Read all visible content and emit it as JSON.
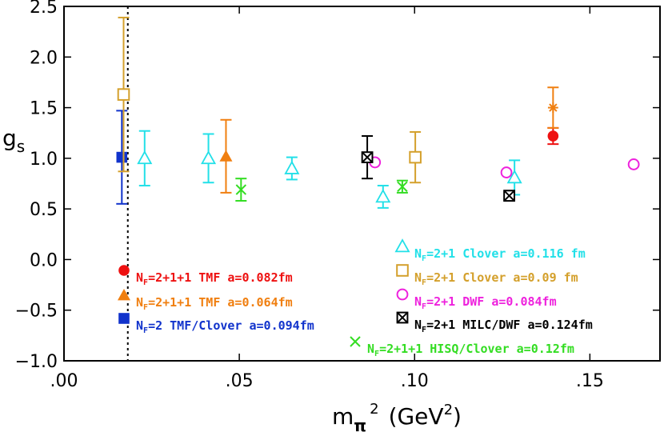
{
  "chart_data": {
    "type": "scatter",
    "title": "",
    "xlabel": "mπ² (GeV²)",
    "xlabel_base": "m",
    "xlabel_sub": "π",
    "xlabel_sup": "2",
    "xlabel_paren": "(GeV",
    "xlabel_paren_sup": "2",
    "xlabel_close": ")",
    "ylabel": "gs",
    "ylabel_base": "g",
    "ylabel_sub": "s",
    "xlim": [
      0.0,
      0.17
    ],
    "ylim": [
      -1.0,
      2.5
    ],
    "x_ticks": [
      0.0,
      0.05,
      0.1,
      0.15
    ],
    "x_tick_labels": [
      ".00",
      ".05",
      ".10",
      ".15"
    ],
    "y_ticks": [
      -1.0,
      -0.5,
      0.0,
      0.5,
      1.0,
      1.5,
      2.0,
      2.5
    ],
    "y_tick_labels": [
      "−1.0",
      "−0.5",
      "0.0",
      "0.5",
      "1.0",
      "1.5",
      "2.0",
      "2.5"
    ],
    "physical_point_x": 0.0182,
    "series": [
      {
        "name": "NF=2+1+1 TMF a=0.082fm",
        "legend": {
          "prefix": "N",
          "sub": "F",
          "text": "=2+1+1 TMF   a=0.082fm"
        },
        "color": "#ee1111",
        "marker": "circle-filled",
        "points": [
          {
            "x": 0.1395,
            "y": 1.22,
            "err": 0.08
          }
        ]
      },
      {
        "name": "NF=2+1+1 TMF a=0.064fm",
        "legend": {
          "prefix": "N",
          "sub": "F",
          "text": "=2+1+1 TMF  a=0.064fm"
        },
        "color": "#f07f10",
        "marker": "triangle-filled",
        "points": [
          {
            "x": 0.0462,
            "y": 1.02,
            "err": 0.36
          }
        ]
      },
      {
        "name": "NF=2 TMF/Clover a=0.094fm",
        "legend": {
          "prefix": "N",
          "sub": "F",
          "text": "=2  TMF/Clover  a=0.094fm"
        },
        "color": "#1133cc",
        "marker": "square-filled",
        "points": [
          {
            "x": 0.0165,
            "y": 1.01,
            "err": 0.46
          }
        ]
      },
      {
        "name": "NF=2+1 Clover a=0.116 fm",
        "legend": {
          "prefix": "N",
          "sub": "F",
          "text": "=2+1  Clover  a=0.116  fm"
        },
        "color": "#22e0e8",
        "marker": "triangle-open",
        "points": [
          {
            "x": 0.023,
            "y": 1.0,
            "err": 0.27
          },
          {
            "x": 0.0412,
            "y": 1.0,
            "err": 0.24
          },
          {
            "x": 0.065,
            "y": 0.9,
            "err": 0.11
          },
          {
            "x": 0.091,
            "y": 0.62,
            "err": 0.11
          },
          {
            "x": 0.1285,
            "y": 0.81,
            "err": 0.17
          }
        ]
      },
      {
        "name": "NF=2+1 Clover a=0.09 fm",
        "legend": {
          "prefix": "N",
          "sub": "F",
          "text": "=2+1  Clover  a=0.09  fm"
        },
        "color": "#d4a02c",
        "marker": "square-open",
        "points": [
          {
            "x": 0.017,
            "y": 1.63,
            "err": 0.76
          },
          {
            "x": 0.1002,
            "y": 1.01,
            "err": 0.25
          }
        ]
      },
      {
        "name": "NF=2+1 DWF a=0.084fm",
        "legend": {
          "prefix": "N",
          "sub": "F",
          "text": "=2+1  DWF  a=0.084fm"
        },
        "color": "#ee22dd",
        "marker": "circle-open",
        "points": [
          {
            "x": 0.0887,
            "y": 0.96,
            "err": 0.0
          },
          {
            "x": 0.1262,
            "y": 0.86,
            "err": 0.0
          },
          {
            "x": 0.1625,
            "y": 0.94,
            "err": 0.0
          }
        ]
      },
      {
        "name": "NF=2+1 MILC/DWF a=0.124fm",
        "legend": {
          "prefix": "N",
          "sub": "F",
          "text": "=2+1  MILC/DWF  a=0.124fm"
        },
        "color": "#000000",
        "marker": "square-x",
        "points": [
          {
            "x": 0.0865,
            "y": 1.01,
            "err": 0.21
          },
          {
            "x": 0.127,
            "y": 0.63,
            "err": 0.05
          }
        ]
      },
      {
        "name": "NF=2+1+1 HISQ/Clover a=0.12fm",
        "legend": {
          "prefix": "N",
          "sub": "F",
          "text": "=2+1+1  HISQ/Clover   a=0.12fm"
        },
        "color": "#33dd22",
        "marker": "x",
        "points": [
          {
            "x": 0.0505,
            "y": 0.69,
            "err": 0.11
          },
          {
            "x": 0.0965,
            "y": 0.72,
            "err": 0.06
          }
        ]
      },
      {
        "name": "",
        "color": "#f07f10",
        "marker": "star",
        "points": [
          {
            "x": 0.1395,
            "y": 1.5,
            "err": 0.2
          }
        ]
      }
    ]
  }
}
